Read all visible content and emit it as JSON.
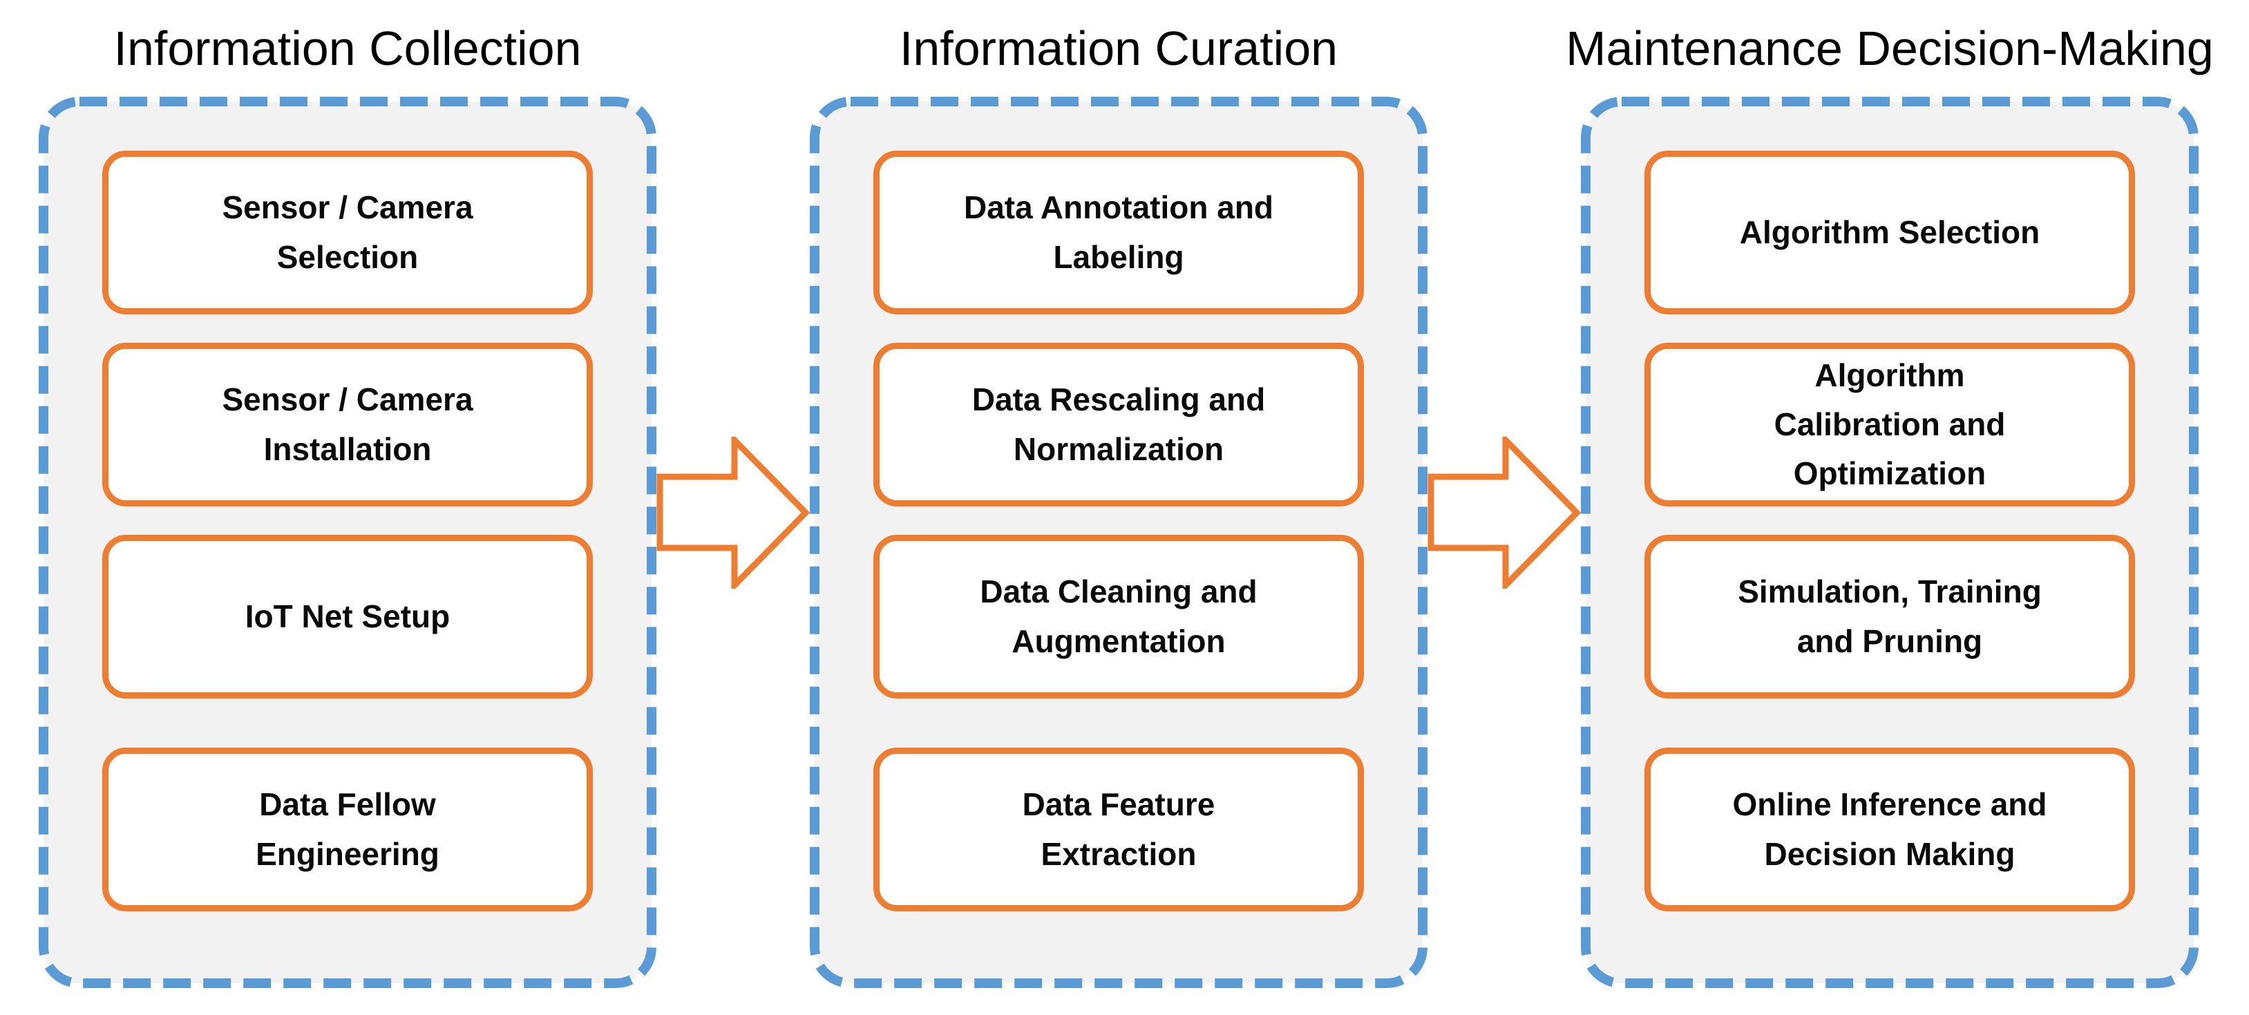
{
  "diagram": {
    "columns": [
      {
        "title": "Information Collection",
        "boxes": [
          "Sensor / Camera\nSelection",
          "Sensor / Camera\nInstallation",
          "IoT Net Setup",
          "Data Fellow\nEngineering"
        ]
      },
      {
        "title": "Information Curation",
        "boxes": [
          "Data Annotation and\nLabeling",
          "Data Rescaling and\nNormalization",
          "Data Cleaning and\nAugmentation",
          "Data Feature\nExtraction"
        ]
      },
      {
        "title": "Maintenance Decision-Making",
        "boxes": [
          "Algorithm Selection",
          "Algorithm\nCalibration and\nOptimization",
          "Simulation, Training\nand Pruning",
          "Online Inference and\nDecision Making"
        ]
      }
    ],
    "arrows": [
      {
        "icon": "right-arrow-icon"
      },
      {
        "icon": "right-arrow-icon"
      }
    ],
    "colors": {
      "container_border_blue": "#5B9BD5",
      "container_fill_gray": "#F2F2F2",
      "box_border_orange": "#ED7D31",
      "box_fill": "#FFFFFF",
      "text": "#0A0A0A"
    }
  }
}
